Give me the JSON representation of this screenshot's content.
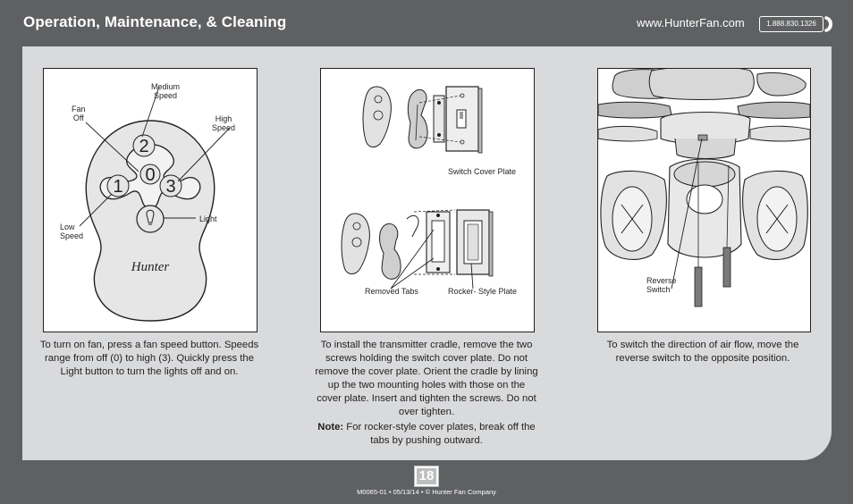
{
  "header": {
    "title": "Operation, Maintenance, & Cleaning",
    "website": "www.HunterFan.com",
    "phone": "1.888.830.1326"
  },
  "figure1": {
    "labels": {
      "fan_off": "Fan\nOff",
      "medium_speed": "Medium\nSpeed",
      "high_speed": "High\nSpeed",
      "low_speed": "Low\nSpeed",
      "light": "Light"
    },
    "buttons": [
      "0",
      "1",
      "2",
      "3"
    ],
    "brand": "Hunter",
    "caption": "To turn on fan, press a fan speed button. Speeds range from off (0) to high (3). Quickly press the Light button to turn the lights off and on."
  },
  "figure2": {
    "labels": {
      "switch_cover_plate": "Switch Cover Plate",
      "removed_tabs": "Removed Tabs",
      "rocker_style_plate": "Rocker- Style Plate"
    },
    "caption": "To install the transmitter cradle, remove the two screws holding the switch cover plate. Do not remove the cover plate. Orient the cradle by lining up the two mounting holes with those on the cover plate. Insert and tighten the screws. Do not over tighten.",
    "note_label": "Note:",
    "note_text": " For rocker-style cover plates, break off the tabs by pushing outward."
  },
  "figure3": {
    "labels": {
      "reverse_switch": "Reverse\nSwitch"
    },
    "caption": "To switch the direction of air flow, move the reverse switch to the opposite position."
  },
  "footer": {
    "page_number": "18",
    "text": "M0065-01 • 05/13/14 • © Hunter Fan Company"
  },
  "colors": {
    "background": "#5f6062",
    "panel": "#d9dadb",
    "ink": "#231f20"
  }
}
